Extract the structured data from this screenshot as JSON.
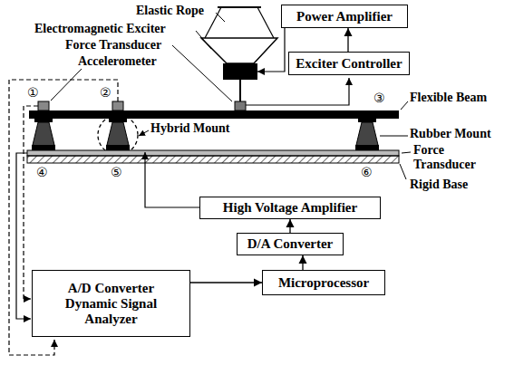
{
  "diagram": {
    "nodes": [
      {
        "text": [
          "Power Amplifier"
        ]
      },
      {
        "text": [
          "Exciter Controller"
        ]
      },
      {
        "text": [
          "High Voltage Amplifier"
        ]
      },
      {
        "text": [
          "D/A Converter"
        ]
      },
      {
        "text": [
          "A/D Converter Dynamic Signal Analyzer"
        ]
      },
      {
        "text": [
          "Microprocessor"
        ]
      }
    ],
    "edges": [
      {
        "from": 1,
        "to": 0,
        "arrow": "to"
      },
      {
        "from": 5,
        "to": 3,
        "arrow": "to"
      },
      {
        "from": 3,
        "to": 2,
        "arrow": "to"
      },
      {
        "from": 4,
        "to": 5,
        "arrow": "to"
      }
    ],
    "labels": [
      "Elastic Rope",
      "Electromagnetic Exciter",
      "Force Transducer",
      "Accelerometer",
      "①",
      "②",
      "③",
      "Flexible Beam",
      "Hybrid Mount",
      "Rubber Mount",
      "Force Transducer",
      "Rigid Base",
      "④",
      "⑤",
      "⑥"
    ]
  }
}
